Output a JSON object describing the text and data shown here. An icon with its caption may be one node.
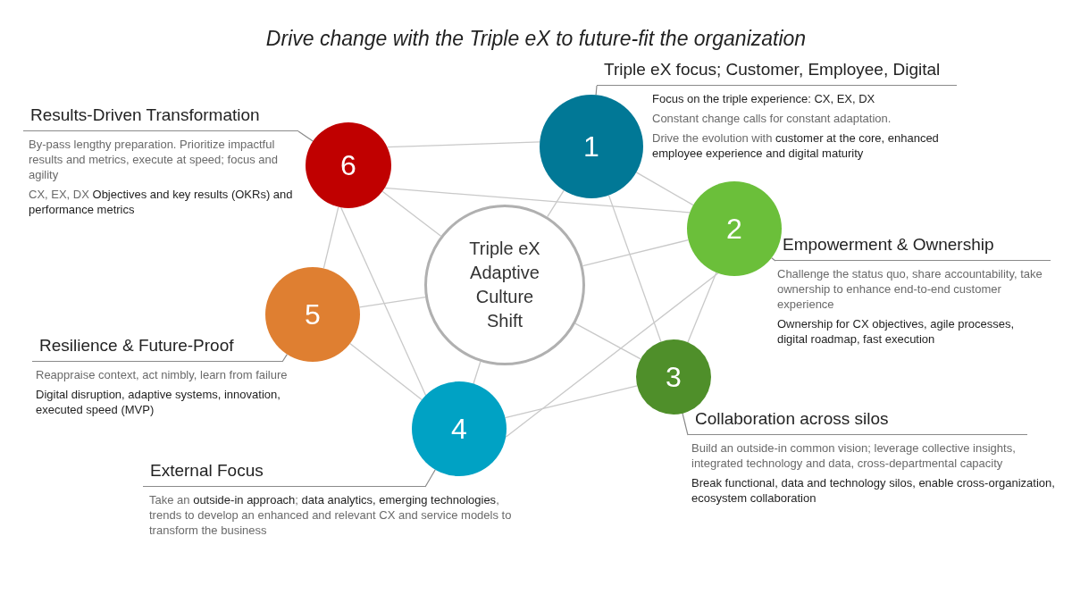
{
  "diagram": {
    "title": "Drive change with the Triple eX to future-fit the organization",
    "nodes": [
      {
        "text": [
          "Triple eX Adaptive Culture Shift"
        ]
      },
      {
        "text": [
          "1"
        ]
      },
      {
        "text": [
          "2"
        ]
      },
      {
        "text": [
          "3"
        ]
      },
      {
        "text": [
          "4"
        ]
      },
      {
        "text": [
          "5"
        ]
      },
      {
        "text": [
          "6"
        ]
      },
      {
        "text": [
          "Triple eX focus; Customer, Employee, Digital",
          "**Focus on the triple experience: CX, EX, DX**",
          "Constant change calls for constant adaptation.",
          "Drive the evolution with **customer at the core, enhanced employee experience and digital maturity**"
        ]
      },
      {
        "text": [
          "Empowerment & Ownership",
          "Challenge the status quo, share accountability, take ownership to enhance end-to-end customer experience",
          "**Ownership for CX objectives, agile processes, digital roadmap, fast execution**"
        ]
      },
      {
        "text": [
          "Collaboration across silos",
          "Build an outside-in common vision; leverage collective insights, integrated technology and data, cross-departmental capacity",
          "**Break functional, data and technology silos, enable cross-organization, ecosystem collaboration**"
        ]
      },
      {
        "text": [
          "External Focus",
          "Take an **outside-in approach**; **data analytics, emerging technologies**, trends to develop an enhanced and relevant CX and service models to transform the business"
        ]
      },
      {
        "text": [
          "Resilience & Future-Proof",
          "Reappraise context, act nimbly, learn from failure",
          "**Digital disruption, adaptive systems, innovation, executed speed (MVP)**"
        ]
      },
      {
        "text": [
          "Results-Driven Transformation",
          "By-pass lengthy preparation. Prioritize impactful results and metrics, execute at speed; focus and agility",
          "CX, EX, DX **Objectives and key results (OKRs) and performance metrics**"
        ]
      }
    ],
    "edges": [
      {
        "from": 6,
        "to": 1,
        "arrow": "none"
      },
      {
        "from": 6,
        "to": 2,
        "arrow": "none"
      },
      {
        "from": 6,
        "to": 0,
        "arrow": "none"
      },
      {
        "from": 6,
        "to": 5,
        "arrow": "none"
      },
      {
        "from": 6,
        "to": 4,
        "arrow": "none"
      },
      {
        "from": 1,
        "to": 0,
        "arrow": "none"
      },
      {
        "from": 1,
        "to": 2,
        "arrow": "none"
      },
      {
        "from": 1,
        "to": 3,
        "arrow": "none"
      },
      {
        "from": 2,
        "to": 0,
        "arrow": "none"
      },
      {
        "from": 2,
        "to": 4,
        "arrow": "none"
      },
      {
        "from": 2,
        "to": 3,
        "arrow": "none"
      },
      {
        "from": 0,
        "to": 3,
        "arrow": "none"
      },
      {
        "from": 0,
        "to": 4,
        "arrow": "none"
      },
      {
        "from": 0,
        "to": 5,
        "arrow": "none"
      },
      {
        "from": 5,
        "to": 4,
        "arrow": "none"
      },
      {
        "from": 4,
        "to": 3,
        "arrow": "none"
      },
      {
        "from": 7,
        "to": 1,
        "arrow": "none"
      },
      {
        "from": 8,
        "to": 2,
        "arrow": "none"
      },
      {
        "from": 9,
        "to": 3,
        "arrow": "none"
      },
      {
        "from": 10,
        "to": 4,
        "arrow": "none"
      },
      {
        "from": 11,
        "to": 5,
        "arrow": "none"
      },
      {
        "from": 12,
        "to": 6,
        "arrow": "none"
      }
    ]
  }
}
